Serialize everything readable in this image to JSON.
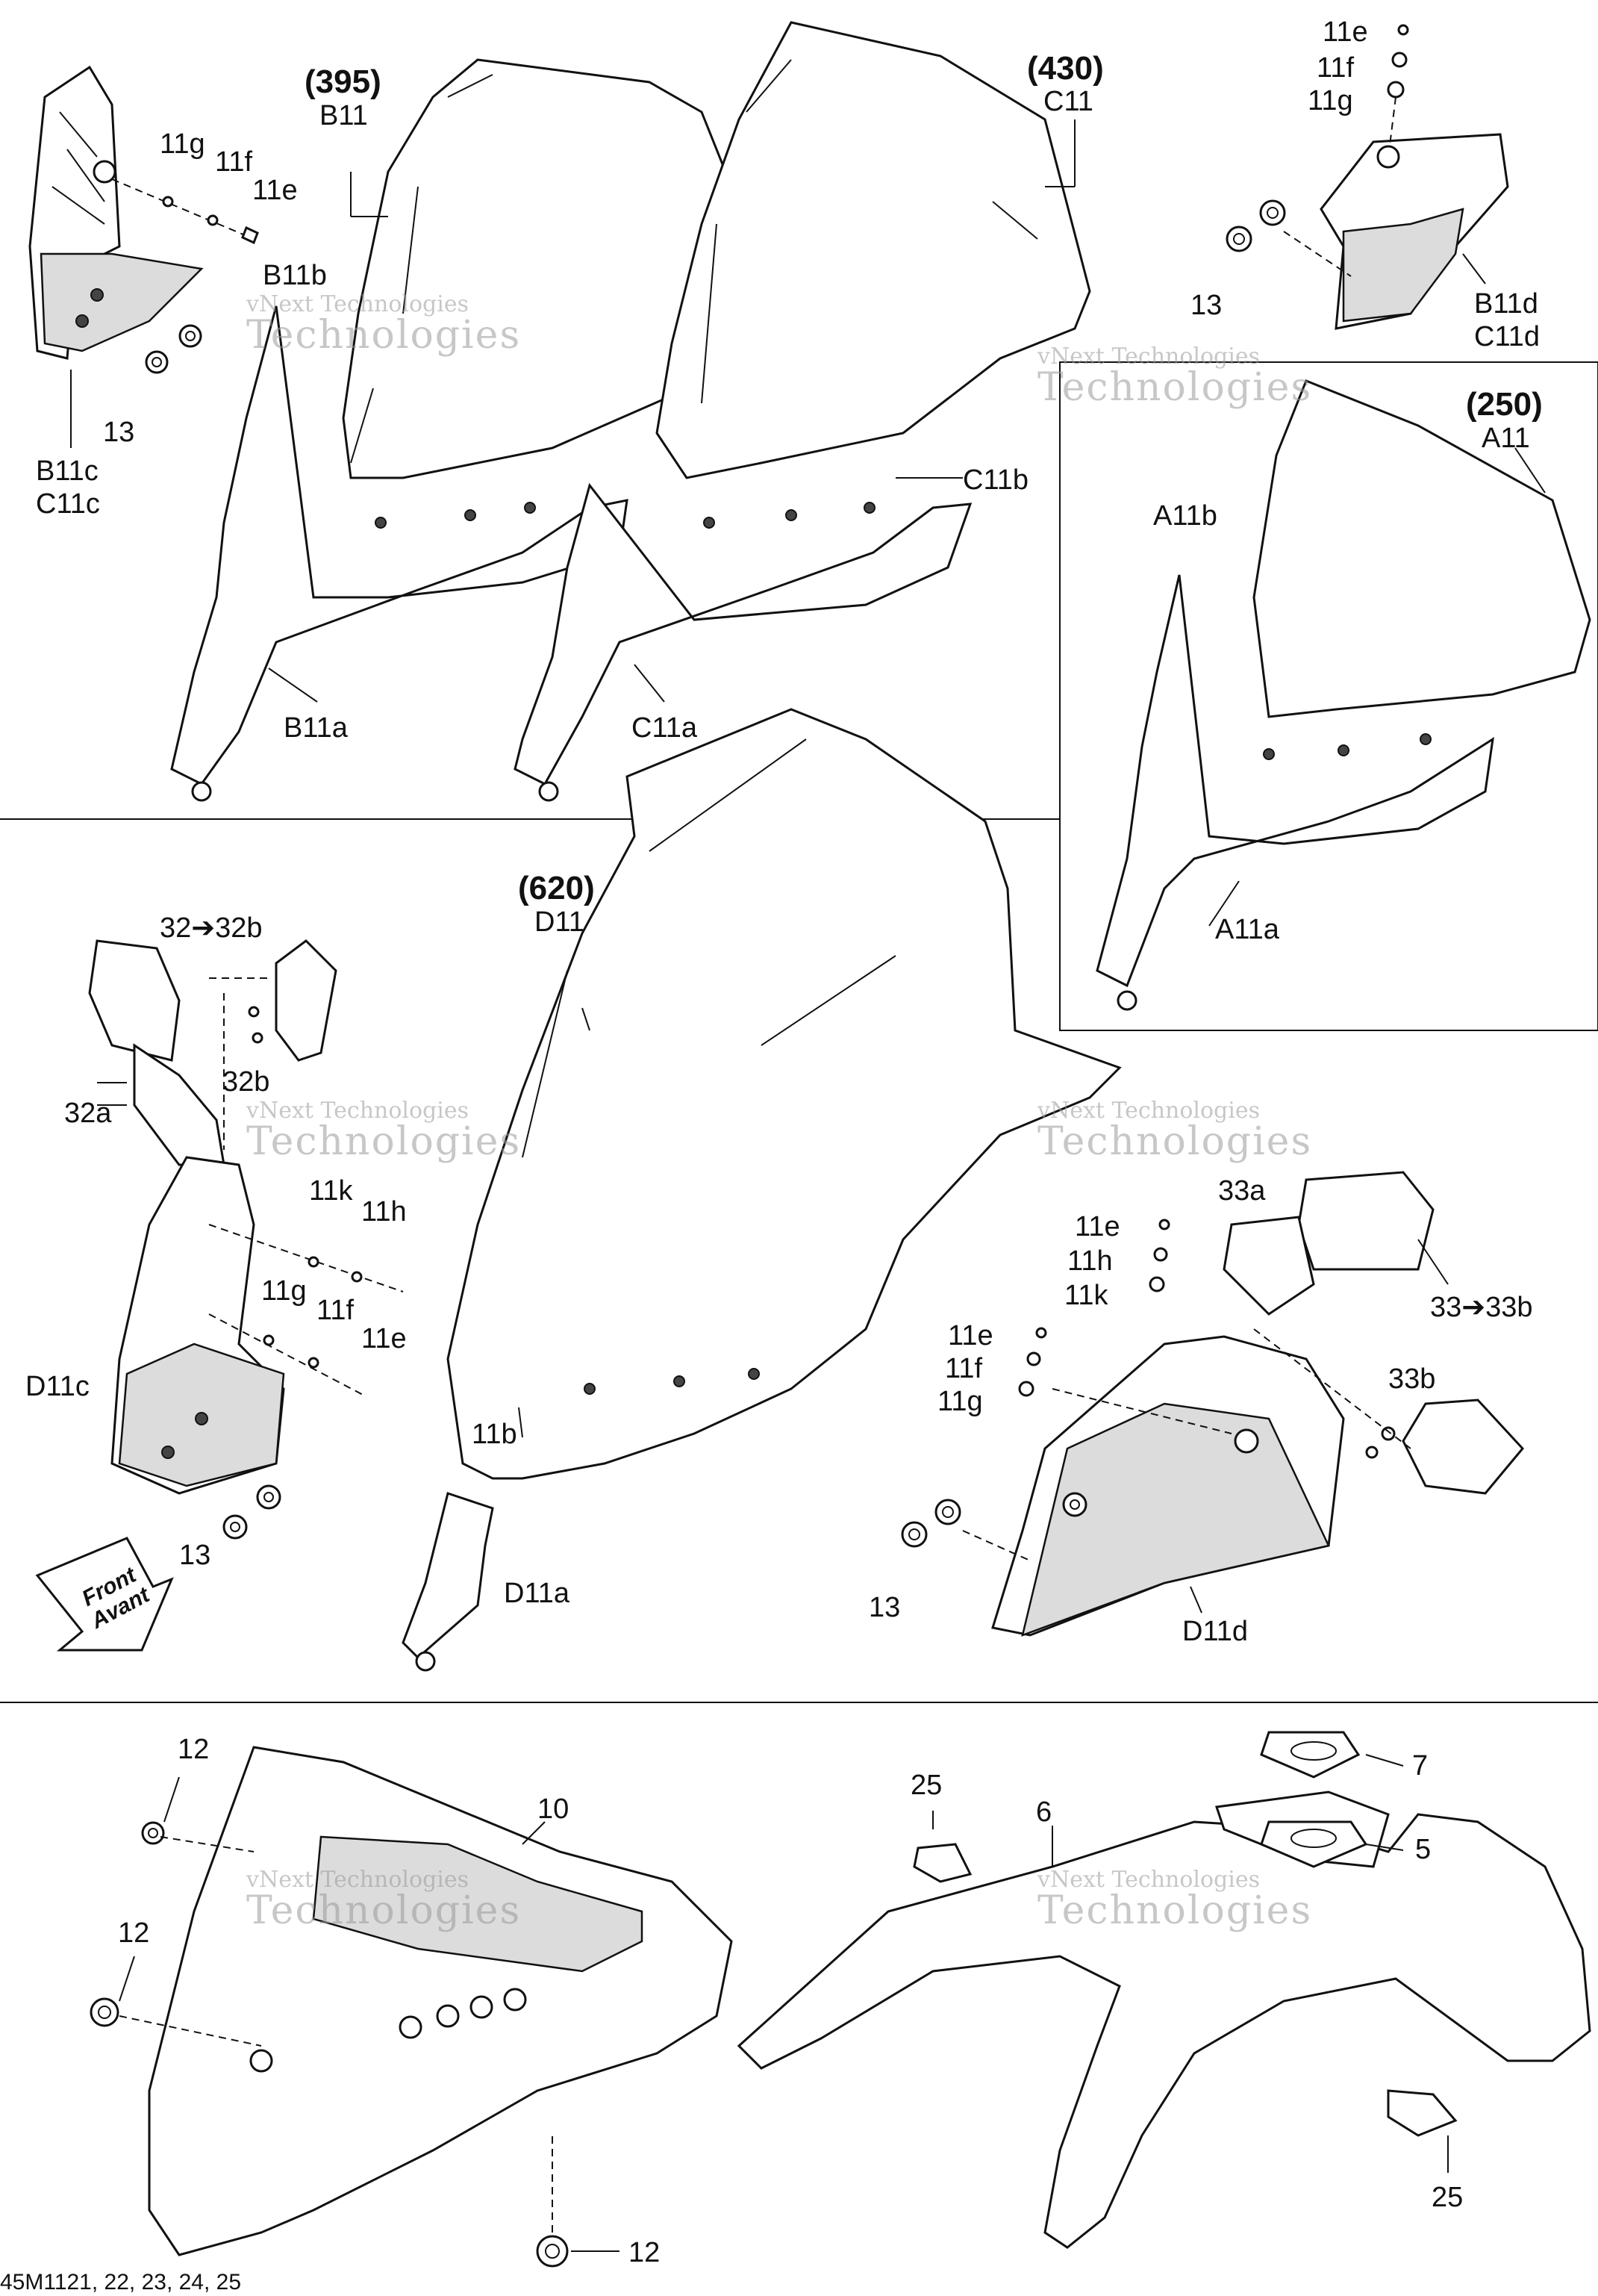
{
  "labels": {
    "s395": "(395)",
    "b11": "B11",
    "s430": "(430)",
    "c11": "C11",
    "s250": "(250)",
    "a11": "A11",
    "s620": "(620)",
    "d11": "D11",
    "b11b": "B11b",
    "c11b": "C11b",
    "a11b": "A11b",
    "b11a": "B11a",
    "c11a": "C11a",
    "a11a": "A11a",
    "d11a": "D11a",
    "b11c": "B11c",
    "c11c": "C11c",
    "b11d": "B11d",
    "c11d": "C11d",
    "d11c": "D11c",
    "d11d": "D11d",
    "l11g_1": "11g",
    "l11f_1": "11f",
    "l11e_1": "11e",
    "l11e_2": "11e",
    "l11f_2": "11f",
    "l11g_2": "11g",
    "l11k_1": "11k",
    "l11h_1": "11h",
    "l11g_3": "11g",
    "l11f_3": "11f",
    "l11e_3": "11e",
    "l11e_4": "11e",
    "l11h_2": "11h",
    "l11k_2": "11k",
    "l11e_5": "11e",
    "l11f_5": "11f",
    "l11g_5": "11g",
    "l11b": "11b",
    "l13_1": "13",
    "l13_2": "13",
    "l13_3": "13",
    "l13_4": "13",
    "l32": "32➔32b",
    "l32b": "32b",
    "l32a": "32a",
    "l33": "33➔33b",
    "l33a": "33a",
    "l33b": "33b",
    "l12_1": "12",
    "l12_2": "12",
    "l12_3": "12",
    "l10": "10",
    "l6": "6",
    "l7": "7",
    "l5": "5",
    "l25_1": "25",
    "l25_2": "25",
    "front": "Front",
    "avant": "Avant",
    "ref": "45M1121, 22, 23, 24, 25"
  },
  "watermark": {
    "line1": "vNext Technologies",
    "line2": "vNext",
    "line3": "Technologies"
  }
}
